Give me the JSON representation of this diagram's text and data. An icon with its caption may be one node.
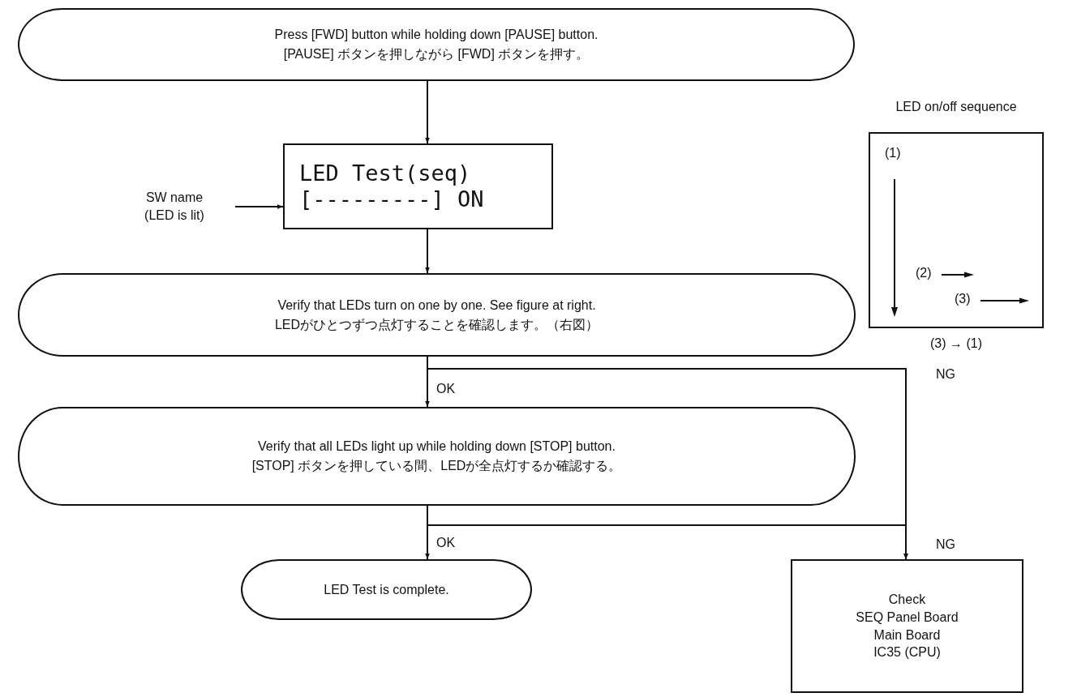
{
  "diagram": {
    "nodes": [
      {
        "text": [
          "Press [FWD] button while holding down [PAUSE] button.",
          "[PAUSE] ボタンを押しながら [FWD] ボタンを押す。"
        ]
      },
      {
        "text": [
          "SW name (LED is lit)"
        ]
      },
      {
        "text": [
          "LED Test(seq)",
          "[---------] ON"
        ]
      },
      {
        "text": [
          "LED on/off sequence",
          "(1)",
          "(2)",
          "(3)"
        ],
        "beside": [
          "(3) → (1)"
        ]
      },
      {
        "text": [
          "Verify that LEDs turn on one by one. See figure at right.",
          "LEDがひとつずつ点灯することを確認します。（右図）"
        ]
      },
      {
        "text": [
          "Verify that all LEDs light up while holding down [STOP] button.",
          "[STOP] ボタンを押している間、LEDが全点灯するか確認する。"
        ]
      },
      {
        "text": [
          "LED Test is complete."
        ]
      },
      {
        "text": [
          "Check",
          "SEQ Panel Board",
          "Main Board",
          "IC35 (CPU)"
        ]
      }
    ],
    "edges": [
      {
        "from": 0,
        "to": 2,
        "arrow": "to"
      },
      {
        "from": 1,
        "to": 2,
        "arrow": "to"
      },
      {
        "from": 2,
        "to": 4,
        "arrow": "to"
      },
      {
        "from": 4,
        "to": 5,
        "arrow": "to",
        "label": "OK"
      },
      {
        "from": 4,
        "to": 7,
        "arrow": "to",
        "label": "NG"
      },
      {
        "from": 5,
        "to": 6,
        "arrow": "to",
        "label": "OK"
      },
      {
        "from": 5,
        "to": 7,
        "arrow": "to",
        "label": "NG"
      }
    ]
  }
}
